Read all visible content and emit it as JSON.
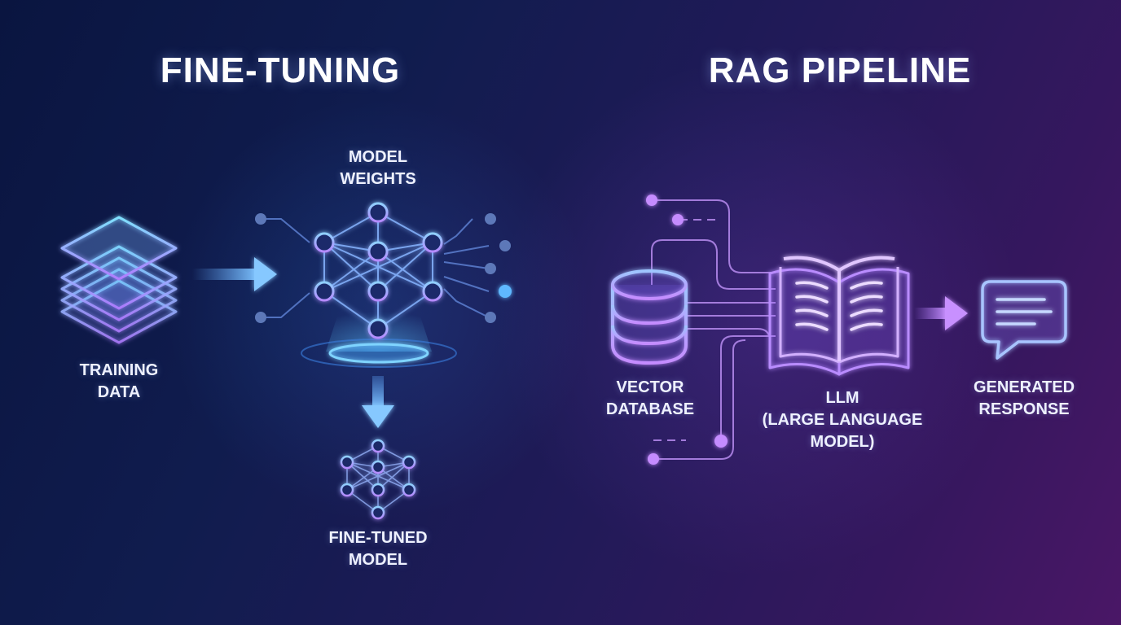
{
  "left_panel": {
    "title": "FINE-TUNING",
    "training_data": [
      "TRAINING",
      "DATA"
    ],
    "model_weights": [
      "MODEL",
      "WEIGHTS"
    ],
    "fine_tuned_model": [
      "FINE-TUNED",
      "MODEL"
    ]
  },
  "right_panel": {
    "title": "RAG PIPELINE",
    "vector_database": [
      "VECTOR",
      "DATABASE"
    ],
    "llm": [
      "LLM",
      "(LARGE LANGUAGE",
      "MODEL)"
    ],
    "generated_response": [
      "GENERATED",
      "RESPONSE"
    ]
  },
  "colors": {
    "left_accent": "#5fa8ff",
    "right_accent": "#c08bff"
  },
  "icons": [
    "stacked-layers-icon",
    "neural-network-icon",
    "database-icon",
    "open-book-icon",
    "chat-bubble-icon"
  ]
}
